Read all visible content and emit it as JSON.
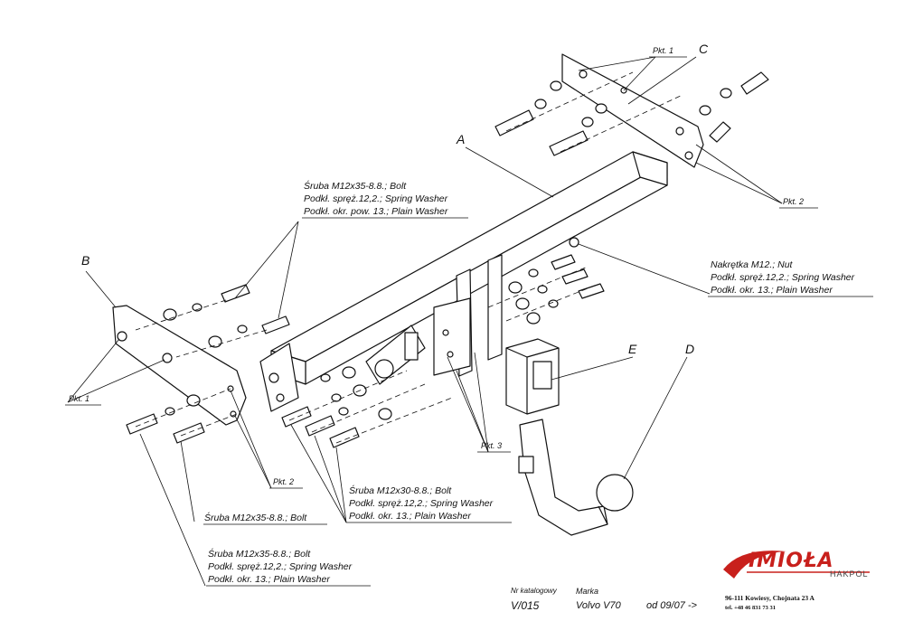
{
  "parts": {
    "a": "A",
    "b": "B",
    "c": "C",
    "d": "D",
    "e": "E"
  },
  "points": {
    "pkt1_top": "Pkt. 1",
    "pkt2_top": "Pkt. 2",
    "pkt1_left": "Pkt. 1",
    "pkt2_left": "Pkt. 2",
    "pkt3": "Pkt. 3"
  },
  "callouts": {
    "upper_left": [
      "Śruba M12x35-8.8.; Bolt",
      "Podkł. spręż.12,2.; Spring Washer",
      "Podkł. okr. pow. 13.; Plain Washer"
    ],
    "right_nut": [
      "Nakrętka M12.; Nut",
      "Podkł. spręż.12,2.; Spring Washer",
      "Podkł. okr. 13.; Plain Washer"
    ],
    "center_bottom": [
      "Śruba M12x30-8.8.; Bolt",
      "Podkł. spręż.12,2.; Spring Washer",
      "Podkł. okr. 13.; Plain Washer"
    ],
    "left_single": "Śruba M12x35-8.8.; Bolt",
    "left_bottom": [
      "Śruba M12x35-8.8.; Bolt",
      "Podkł. spręż.12,2.; Spring Washer",
      "Podkł. okr. 13.; Plain Washer"
    ]
  },
  "titleblock": {
    "catalog_label": "Nr katalogowy",
    "catalog_no": "V/015",
    "brand_label": "Marka",
    "brand_value": "Volvo V70",
    "date": "od 09/07 ->"
  },
  "company": {
    "logo": "IMIOŁA",
    "sub": "HAKPOL",
    "address": "96-111 Kowiesy, Chojnata 23 A",
    "phone": "tel. +48 46 831 73 31"
  },
  "colors": {
    "logo_red": "#c8201c",
    "line": "#111111",
    "fill": "#ffffff"
  }
}
